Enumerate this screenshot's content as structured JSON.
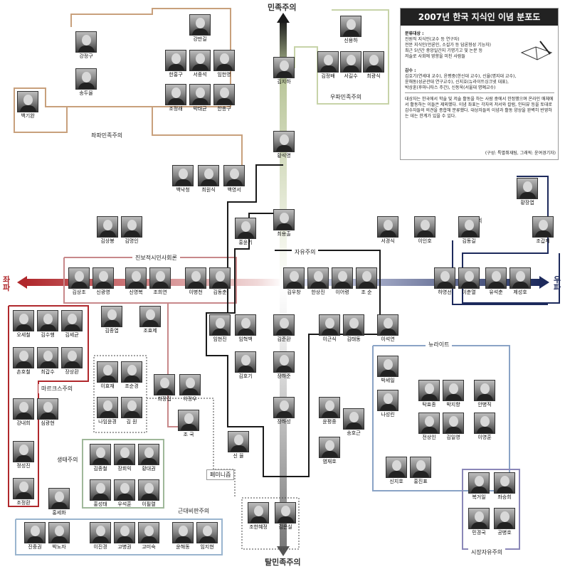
{
  "title": "2007년 한국 지식인 이념 분포도",
  "axes": {
    "top": "민족주의",
    "bottom": "탈민족주의",
    "left": "좌파",
    "right": "우파"
  },
  "info": {
    "target_label": "분류대상 :",
    "target_lines": [
      "진원직 지식인(교수 등 연구자)",
      "전문 지식인(언론인, 소설가 등 담론형성 기능자)",
      "최근 5년간 중앙일간지 기명기고 및 논문 등",
      "저술로 사회에 영향을 미친 사람들"
    ],
    "review_label": "감수 :",
    "review_lines": [
      "김호기(연세대 교수), 윤평중(한신대 교수), 신율(명지대 교수),",
      "윤해동(성균관대 연구교수), 신지호(뉴라이트싱크넷 대표),",
      "박상훈(후마니타스 주간), 신동욱(서울대 명예교수)"
    ],
    "body": "대상자는 한국에서 학술 및 저술 활동을 하는 사람 중에서 한정했으며 온라인 매체에서 활동하는 이들은 제외했다. 이념 좌표는 각자의 저서와 칼럼, 인터뷰 등을 토대로 감수자들의 의견을 종합해 분류했다. 대상자들의 이념과 활동 양상을 완벽히 반영하는 데는 한계가 있을 수 있다.",
    "credit": "(구성: 특별취재팀, 그래픽: 윤여경기자)"
  },
  "groups": {
    "left_nationalism": "좌파민족주의",
    "right_nationalism": "우파민족주의",
    "progressive": "진보적시민사회론",
    "liberalism": "자유주의",
    "anticommunism": "반공주의",
    "marxism": "마르크스주의",
    "ecology": "생태주의",
    "modern_critique": "근대비판주의",
    "feminism": "페미니즘",
    "new_right": "뉴라이트",
    "market_liberalism": "시장자유주의"
  },
  "people": [
    {
      "name": "강만길"
    },
    {
      "name": "강정구"
    },
    {
      "name": "송두율"
    },
    {
      "name": "한홍구"
    },
    {
      "name": "서중석"
    },
    {
      "name": "임헌영"
    },
    {
      "name": "조정래"
    },
    {
      "name": "박태균"
    },
    {
      "name": "한총구"
    },
    {
      "name": "백기완"
    },
    {
      "name": "백낙청"
    },
    {
      "name": "최원식"
    },
    {
      "name": "백영서"
    },
    {
      "name": "신용하"
    },
    {
      "name": "김정배"
    },
    {
      "name": "서길수"
    },
    {
      "name": "최광식"
    },
    {
      "name": "김지하"
    },
    {
      "name": "황석영"
    },
    {
      "name": "김상봉"
    },
    {
      "name": "김명인"
    },
    {
      "name": "홍윤기"
    },
    {
      "name": "최용출"
    },
    {
      "name": "서경식"
    },
    {
      "name": "이인호"
    },
    {
      "name": "김동길"
    },
    {
      "name": "황장엽"
    },
    {
      "name": "조갑제"
    },
    {
      "name": "김상조"
    },
    {
      "name": "신광영"
    },
    {
      "name": "신영복"
    },
    {
      "name": "조희연"
    },
    {
      "name": "이병천"
    },
    {
      "name": "김동춘"
    },
    {
      "name": "김우창"
    },
    {
      "name": "한상진"
    },
    {
      "name": "이어령"
    },
    {
      "name": "조 순"
    },
    {
      "name": "하영선"
    },
    {
      "name": "이춘열"
    },
    {
      "name": "유석춘"
    },
    {
      "name": "제성호"
    },
    {
      "name": "오세철"
    },
    {
      "name": "김수행"
    },
    {
      "name": "김세균"
    },
    {
      "name": "손호철"
    },
    {
      "name": "최갑수"
    },
    {
      "name": "장상환"
    },
    {
      "name": "강내희"
    },
    {
      "name": "심광현"
    },
    {
      "name": "정성진"
    },
    {
      "name": "조정환"
    },
    {
      "name": "김종엽"
    },
    {
      "name": "조효제"
    },
    {
      "name": "이효재"
    },
    {
      "name": "조순경"
    },
    {
      "name": "나임윤경"
    },
    {
      "name": "김 원"
    },
    {
      "name": "최장집"
    },
    {
      "name": "이정우"
    },
    {
      "name": "조 국"
    },
    {
      "name": "임현진"
    },
    {
      "name": "임혁백"
    },
    {
      "name": "김호기"
    },
    {
      "name": "김준환"
    },
    {
      "name": "장하준"
    },
    {
      "name": "장하성"
    },
    {
      "name": "윤평중"
    },
    {
      "name": "송호근"
    },
    {
      "name": "염재호"
    },
    {
      "name": "신 율"
    },
    {
      "name": "이근식"
    },
    {
      "name": "김태동"
    },
    {
      "name": "이석연"
    },
    {
      "name": "박세일"
    },
    {
      "name": "나성린"
    },
    {
      "name": "탁효종"
    },
    {
      "name": "박지향"
    },
    {
      "name": "안병직"
    },
    {
      "name": "전상인"
    },
    {
      "name": "김일영"
    },
    {
      "name": "이영훈"
    },
    {
      "name": "신지호"
    },
    {
      "name": "홍진표"
    },
    {
      "name": "복거일"
    },
    {
      "name": "좌승희"
    },
    {
      "name": "민경국"
    },
    {
      "name": "공병호"
    },
    {
      "name": "김종철"
    },
    {
      "name": "장회익"
    },
    {
      "name": "황대권"
    },
    {
      "name": "홍성태"
    },
    {
      "name": "우석훈"
    },
    {
      "name": "이필렬"
    },
    {
      "name": "홍세화"
    },
    {
      "name": "진중권"
    },
    {
      "name": "박노자"
    },
    {
      "name": "이진경"
    },
    {
      "name": "고병권"
    },
    {
      "name": "고미숙"
    },
    {
      "name": "윤해동"
    },
    {
      "name": "임지현"
    },
    {
      "name": "조한혜정"
    },
    {
      "name": "김은실"
    }
  ],
  "colors": {
    "left_red": "#b0282c",
    "right_navy": "#1d2a5c",
    "nationalism_tan": "#c8a07c",
    "right_nat_green": "#c7d3a8",
    "progressive_pink": "#c8888a",
    "eco_green": "#9fb89a",
    "new_right_blue": "#8aa3c6",
    "modern_blue": "#9ab5cf",
    "market_purple": "#8a87b8"
  }
}
